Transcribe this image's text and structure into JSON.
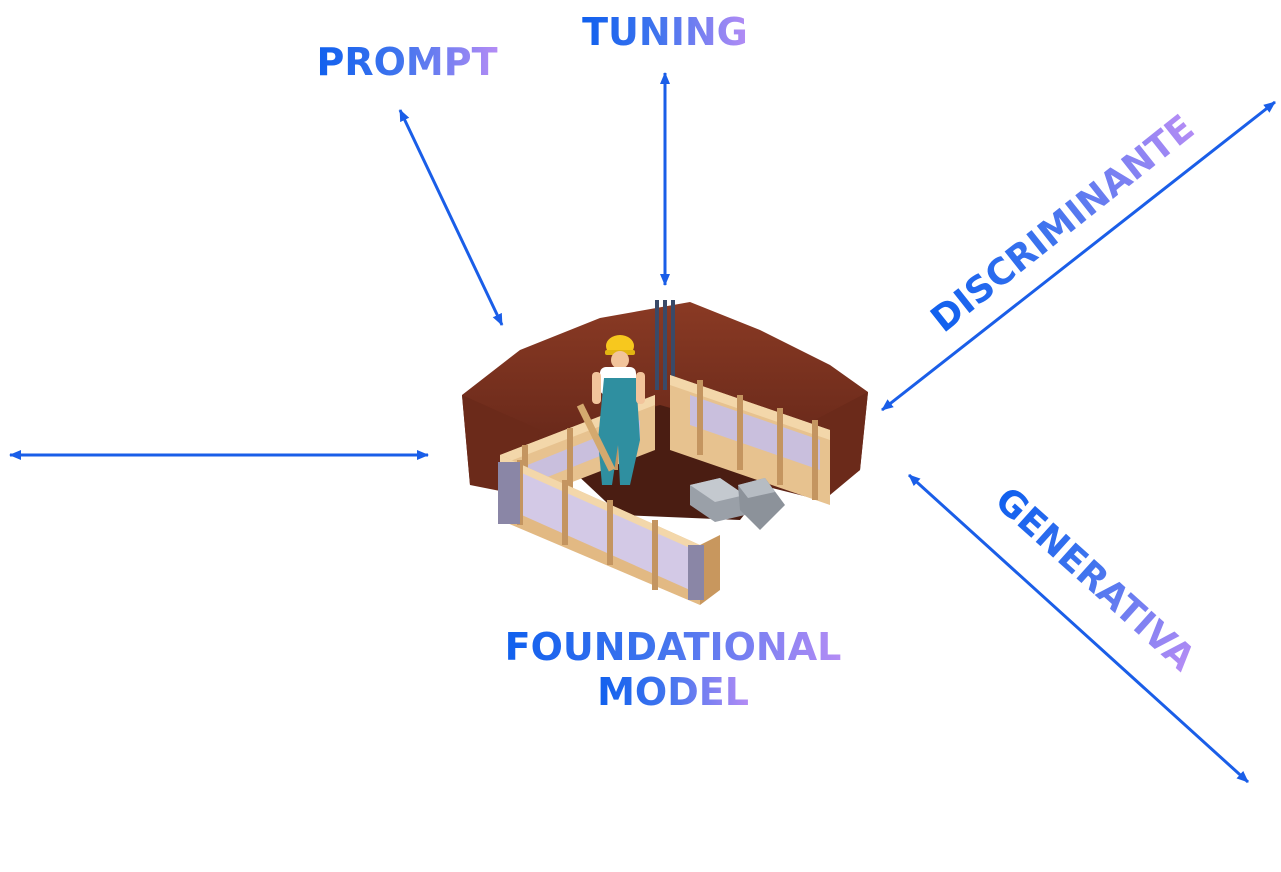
{
  "diagram": {
    "colors": {
      "arrow": "#1a5ee8",
      "gradient_start": "#1060ee",
      "gradient_end": "#b48cf5"
    },
    "labels": {
      "prompt": "PROMPT",
      "tuning": "TUNING",
      "discriminante": "DISCRIMINANTE",
      "generativa": "GENERATIVA",
      "foundational_line1": "FOUNDATIONAL",
      "foundational_line2": "MODEL"
    },
    "center_illustration": "construction-worker-building-foundation"
  }
}
